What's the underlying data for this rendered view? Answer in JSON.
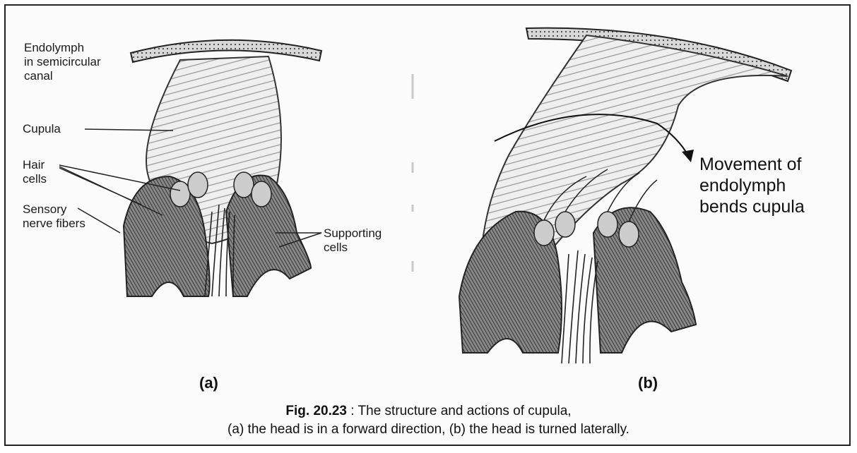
{
  "panel_a": {
    "tag": "(a)",
    "labels": {
      "endolymph": "Endolymph\nin semicircular\ncanal",
      "cupula": "Cupula",
      "hair_cells": "Hair\ncells",
      "sensory_nerve_fibers": "Sensory\nnerve fibers",
      "supporting_cells": "Supporting\ncells"
    }
  },
  "panel_b": {
    "tag": "(b)",
    "labels": {
      "movement": "Movement of\nendolymph\nbends cupula"
    }
  },
  "caption": {
    "fig_number": "Fig. 20.23",
    "separator": " : ",
    "line1": "The structure and actions of cupula,",
    "line2": "(a) the head is in a forward direction, (b) the head is turned laterally."
  }
}
